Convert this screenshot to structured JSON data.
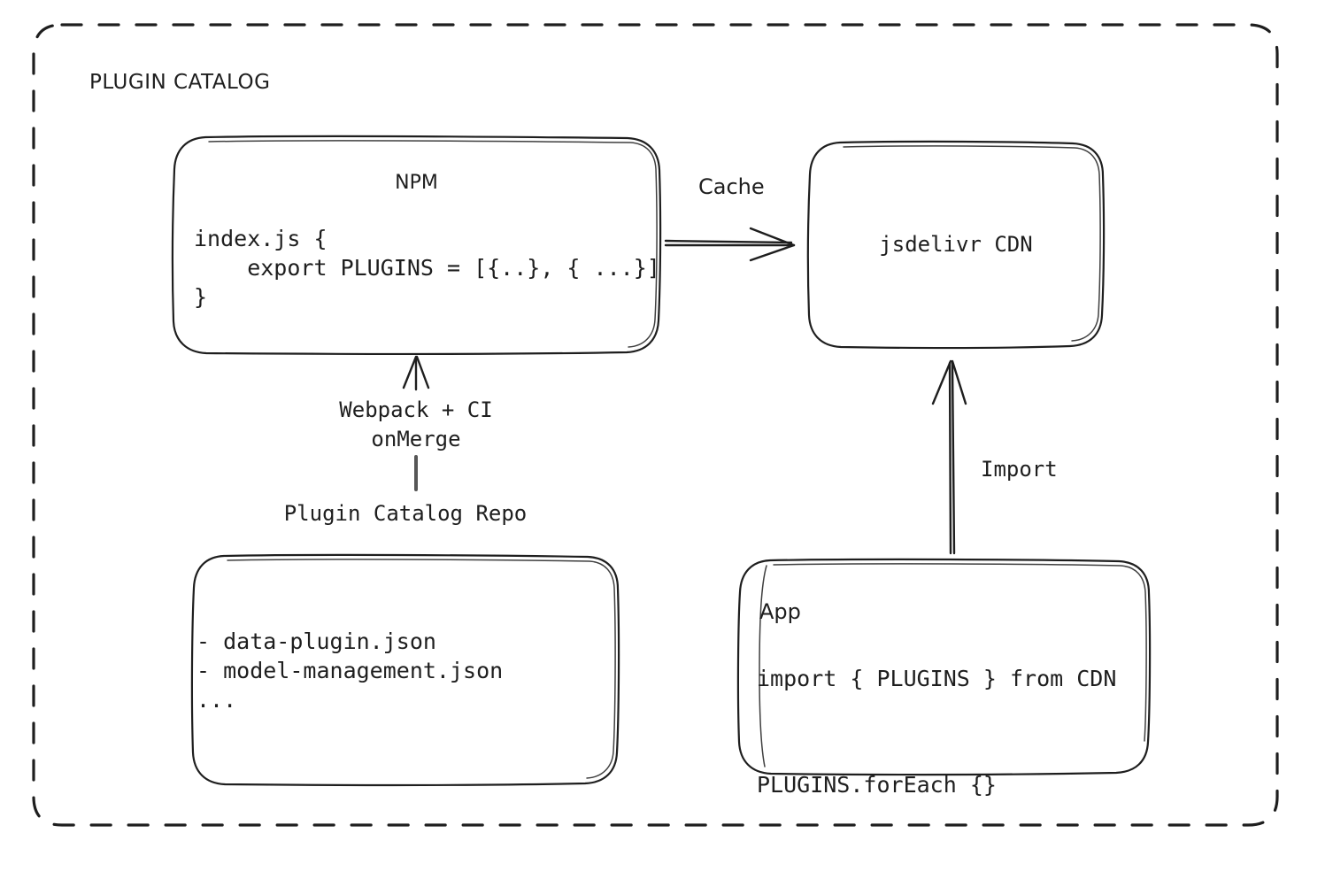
{
  "diagram": {
    "title": "PLUGIN CATALOG",
    "background": "#ffffff",
    "stroke_color": "#1e1e1e"
  },
  "nodes": {
    "npm": {
      "title": "NPM",
      "code": "index.js {\n    export PLUGINS = [{..}, { ...}]\n}"
    },
    "cdn": {
      "title": "jsdelivr CDN"
    },
    "repo": {
      "title": "Plugin Catalog Repo",
      "files": "- data-plugin.json\n- model-management.json\n..."
    },
    "app": {
      "title": "App",
      "code": "import { PLUGINS } from CDN\n\nPLUGINS.forEach {}"
    }
  },
  "edges": {
    "cache": {
      "label": "Cache",
      "from": "npm",
      "to": "cdn"
    },
    "build": {
      "label": "Webpack + CI\nonMerge",
      "from": "repo",
      "to": "npm"
    },
    "import": {
      "label": "Import",
      "from": "app",
      "to": "cdn"
    }
  }
}
